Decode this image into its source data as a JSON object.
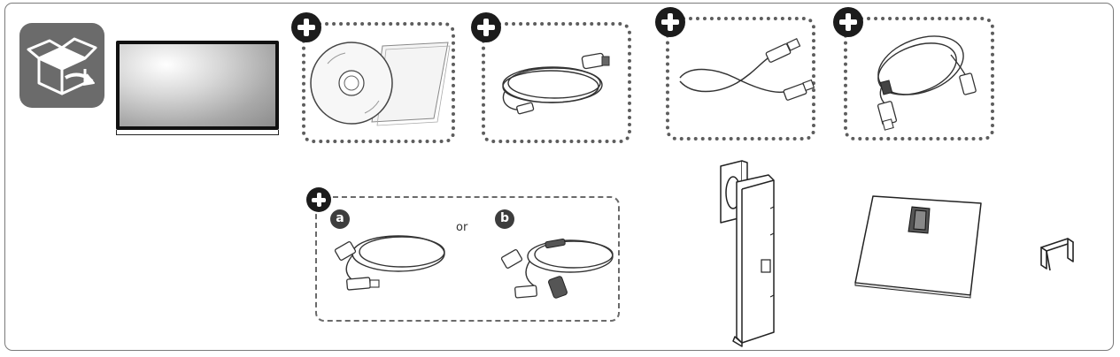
{
  "option_a": {
    "label": "a"
  },
  "connector": {
    "label": "or"
  },
  "option_b": {
    "label": "b"
  },
  "colors": {
    "outline": "#5d5d5d",
    "box_icon_bg": "#6b6b6b",
    "plus_badge": "#1c1c1c",
    "line_art": "#333333"
  },
  "icons": [
    "unbox-icon",
    "plus-icon",
    "monitor-illustration",
    "cd-manual-illustration",
    "power-cord-illustration",
    "hdmi-cable-illustration",
    "usb-cable-illustration",
    "displayport-cable-illustration",
    "stand-body-illustration",
    "stand-base-illustration",
    "cable-holder-illustration"
  ]
}
